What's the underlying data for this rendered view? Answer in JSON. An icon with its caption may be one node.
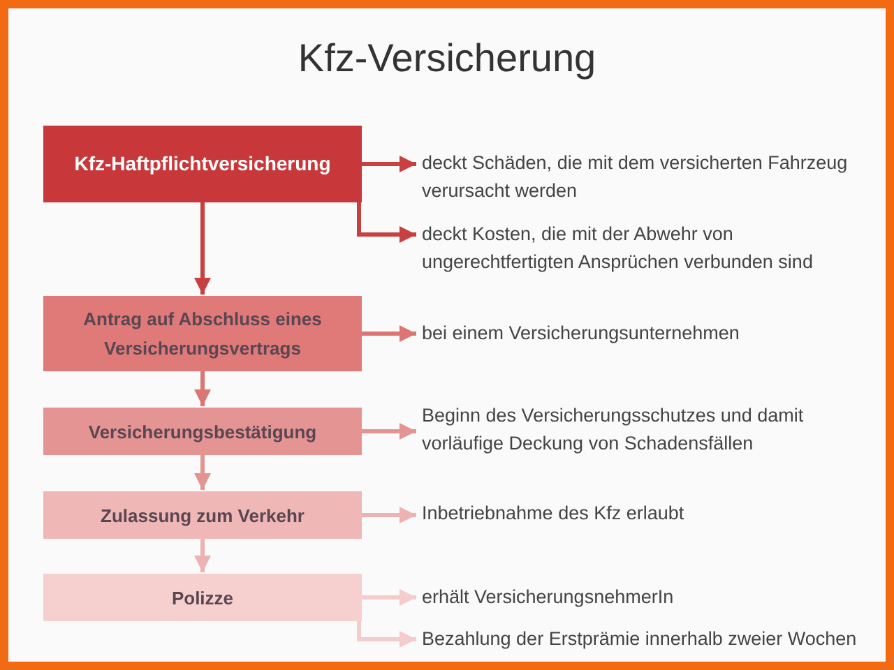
{
  "diagram": {
    "title": "Kfz-Versicherung",
    "nodes": [
      {
        "text": [
          "Kfz-Haftpflichtversicherung"
        ]
      },
      {
        "text": [
          "deckt Schäden, die mit dem versicherten Fahrzeug verursacht werden"
        ]
      },
      {
        "text": [
          "deckt Kosten, die mit der Abwehr von ungerechtfertigten Ansprüchen verbunden sind"
        ]
      },
      {
        "text": [
          "Antrag auf Abschluss eines Versicherungsvertrags"
        ]
      },
      {
        "text": [
          "bei einem Versicherungsunternehmen"
        ]
      },
      {
        "text": [
          "Versicherungsbestätigung"
        ]
      },
      {
        "text": [
          "Beginn des Versicherungsschutzes und damit vorläufige Deckung von Schadensfällen"
        ]
      },
      {
        "text": [
          "Zulassung zum Verkehr"
        ]
      },
      {
        "text": [
          "Inbetriebnahme des Kfz erlaubt"
        ]
      },
      {
        "text": [
          "Polizze"
        ]
      },
      {
        "text": [
          "erhält VersicherungsnehmerIn"
        ]
      },
      {
        "text": [
          "Bezahlung der Erstprämie innerhalb zweier Wochen"
        ]
      }
    ],
    "edges": [
      {
        "from": 0,
        "to": 1,
        "arrow": "to"
      },
      {
        "from": 0,
        "to": 2,
        "arrow": "to"
      },
      {
        "from": 0,
        "to": 3,
        "arrow": "to"
      },
      {
        "from": 3,
        "to": 4,
        "arrow": "to",
        "color": "#dc7674"
      },
      {
        "from": 3,
        "to": 5,
        "arrow": "to",
        "color": "#dc7674"
      },
      {
        "from": 5,
        "to": 6,
        "arrow": "to",
        "color": "#e29593"
      },
      {
        "from": 5,
        "to": 7,
        "arrow": "to",
        "color": "#e29593"
      },
      {
        "from": 7,
        "to": 8,
        "arrow": "to",
        "color": "#ecb3b2"
      },
      {
        "from": 7,
        "to": 9,
        "arrow": "to",
        "color": "#ecb3b2"
      },
      {
        "from": 9,
        "to": 10,
        "arrow": "to",
        "color": "#f3cccb"
      },
      {
        "from": 9,
        "to": 11,
        "arrow": "to",
        "color": "#f3cccb"
      }
    ]
  }
}
